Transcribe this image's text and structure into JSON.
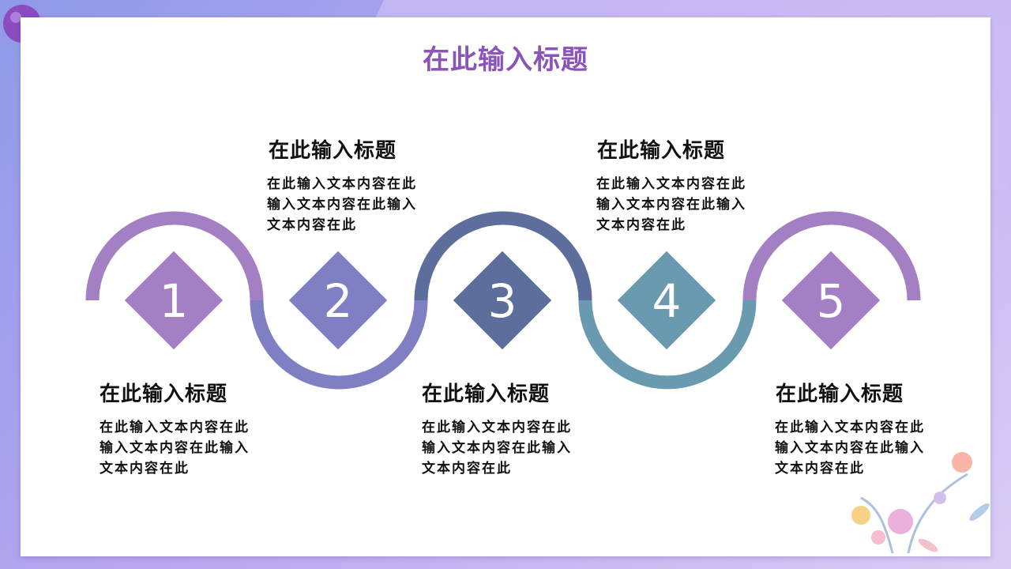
{
  "slide": {
    "title": "在此输入标题"
  },
  "steps": [
    {
      "number": "1",
      "title": "在此输入标题",
      "body": "在此输入文本内容在此输入文本内容在此输入文本内容在此",
      "color": "#a57fc4"
    },
    {
      "number": "2",
      "title": "在此输入标题",
      "body": "在此输入文本内容在此输入文本内容在此输入文本内容在此",
      "color": "#7f80c4"
    },
    {
      "number": "3",
      "title": "在此输入标题",
      "body": "在此输入文本内容在此输入文本内容在此输入文本内容在此",
      "color": "#5e6e9c"
    },
    {
      "number": "4",
      "title": "在此输入标题",
      "body": "在此输入文本内容在此输入文本内容在此输入文本内容在此",
      "color": "#6a9ab0"
    },
    {
      "number": "5",
      "title": "在此输入标题",
      "body": "在此输入文本内容在此输入文本内容在此输入文本内容在此",
      "color": "#a57fc4"
    }
  ],
  "colors": {
    "accent_title": "#8a54b8",
    "mic_purple": "#8a4cc0",
    "mic_orange": "#f5a14a"
  }
}
